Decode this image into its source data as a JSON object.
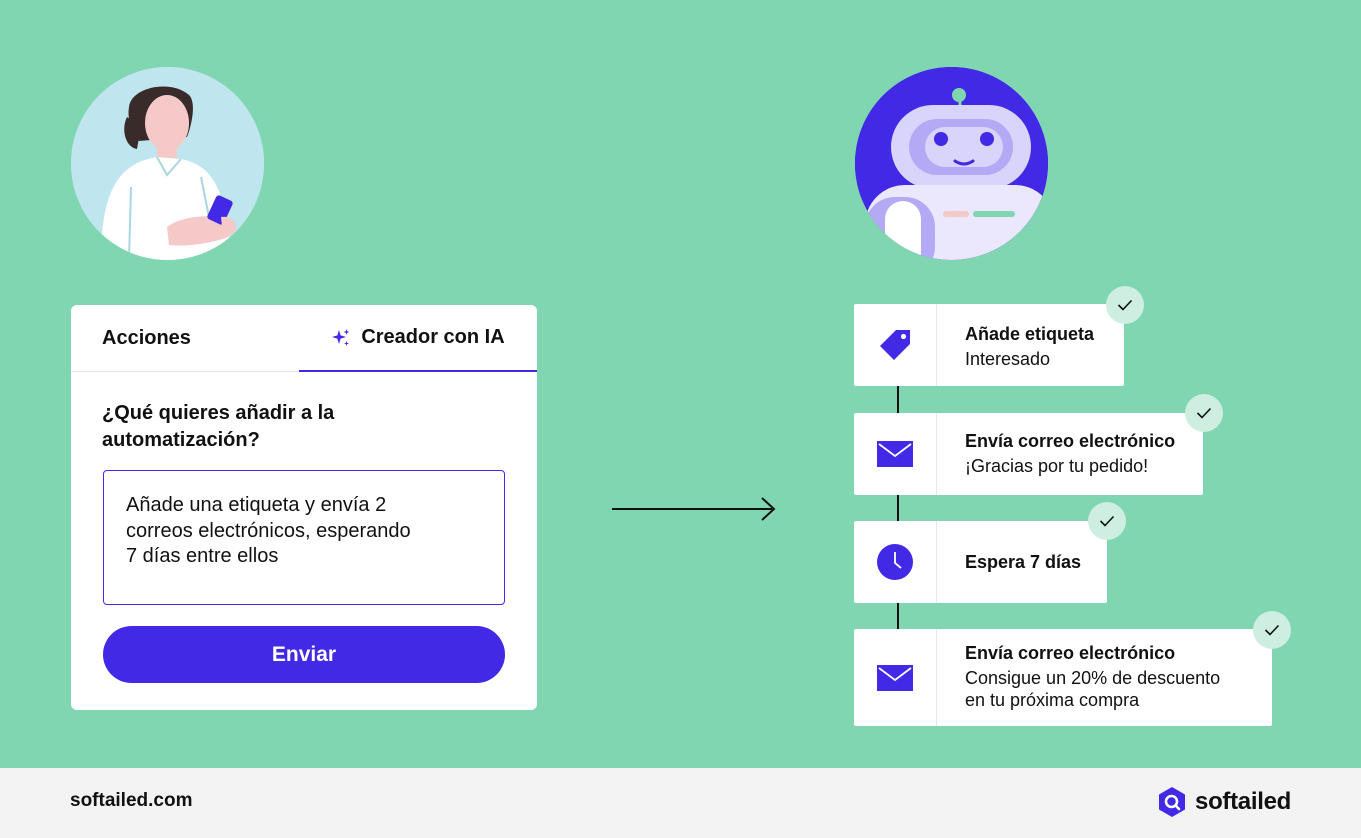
{
  "colors": {
    "background": "#80d6b0",
    "accent": "#4129e6",
    "card": "#ffffff",
    "footer": "#f3f3f3",
    "check_bg": "#cdeee0"
  },
  "builder": {
    "tab_actions": "Acciones",
    "tab_ai": "Creador con IA",
    "tab_ai_icon": "sparkle-icon",
    "question": "¿Qué quieres añadir a la automatización?",
    "prompt_value": "Añade una etiqueta y envía 2\ncorreos electrónicos, esperando\n7 días entre ellos",
    "send_label": "Enviar"
  },
  "workflow": {
    "steps": [
      {
        "icon": "tag-icon",
        "title": "Añade etiqueta",
        "subtitle": "Interesado",
        "done": true
      },
      {
        "icon": "envelope-icon",
        "title": "Envía correo electrónico",
        "subtitle": "¡Gracias por tu pedido!",
        "done": true
      },
      {
        "icon": "clock-icon",
        "title": "Espera 7 días",
        "subtitle": "",
        "done": true
      },
      {
        "icon": "envelope-icon",
        "title": "Envía correo electrónico",
        "subtitle": "Consigue un 20% de descuento\nen tu próxima compra",
        "done": true
      }
    ]
  },
  "footer": {
    "url": "softailed.com",
    "brand": "softailed"
  }
}
